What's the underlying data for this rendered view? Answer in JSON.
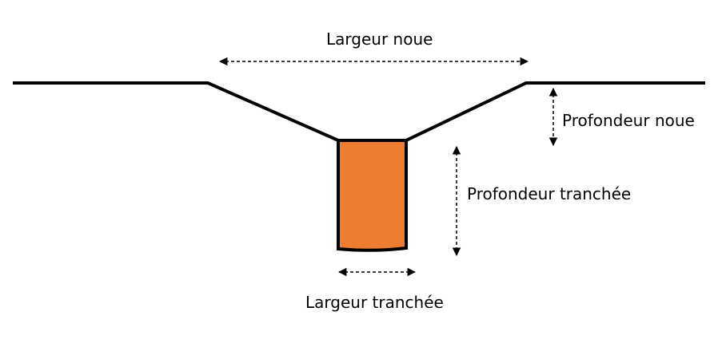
{
  "labels": {
    "largeur_noue": "Largeur noue",
    "profondeur_noue": "Profondeur noue",
    "profondeur_tranchee": "Profondeur tranchée",
    "largeur_tranchee": "Largeur tranchée"
  },
  "colors": {
    "trench_fill": "#ED7D31",
    "outline": "#000000",
    "background": "#FFFFFF"
  }
}
